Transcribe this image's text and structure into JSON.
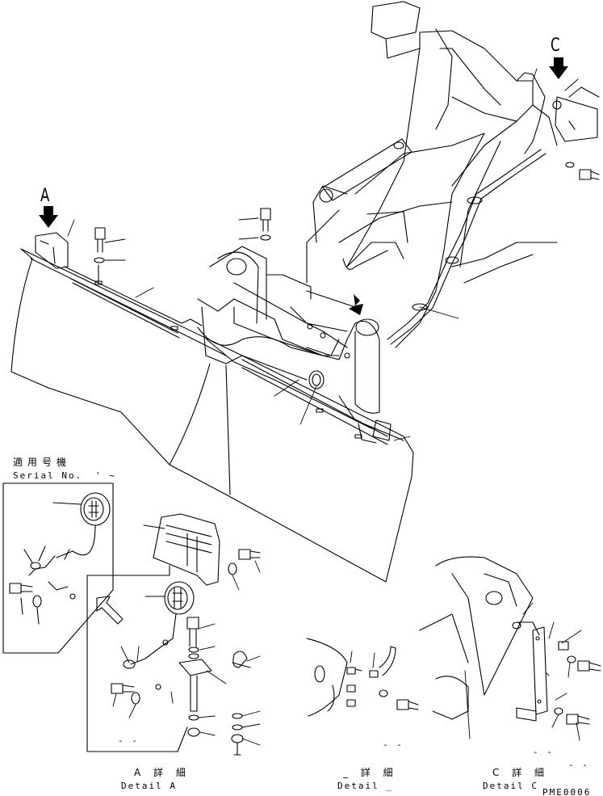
{
  "markers": {
    "a": "A",
    "c": "C"
  },
  "inset": {
    "title_jp": "適用号機",
    "serial": "Serial No.",
    "serial_tail": "' ~"
  },
  "details": [
    {
      "jp": "A 詳 細",
      "en": "Detail A"
    },
    {
      "jp": "_ 詳 細",
      "en": "Detail _"
    },
    {
      "jp": "C 詳 細",
      "en": "Detail C"
    }
  ],
  "dashes": {
    "a": "- -",
    "b": "- -",
    "c": "- -",
    "d": "- -"
  },
  "code": "PME0006"
}
